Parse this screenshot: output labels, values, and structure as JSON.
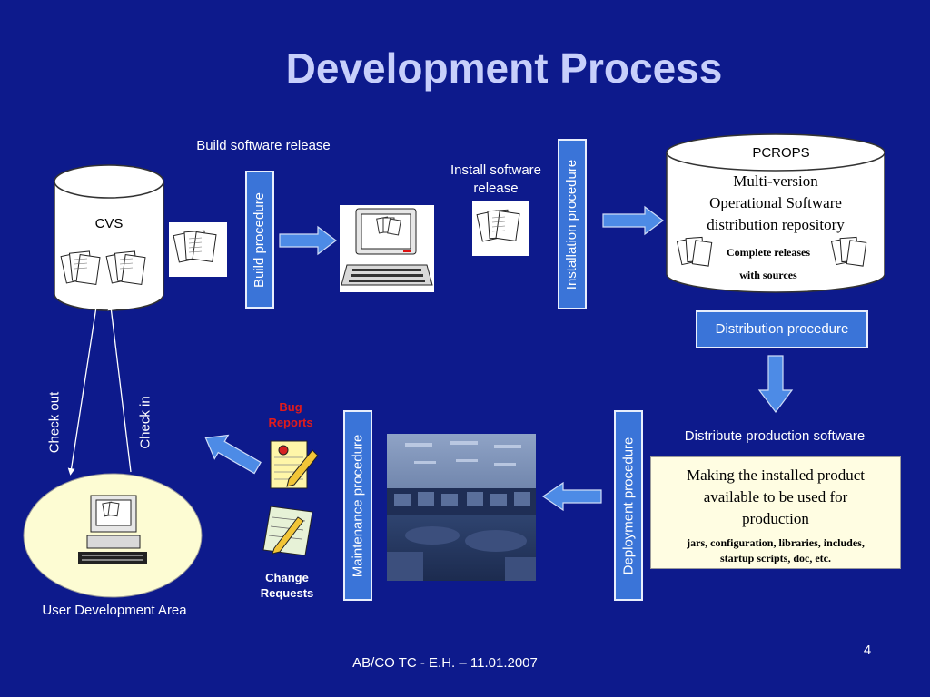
{
  "title": "Development Process",
  "labels": {
    "build_release": "Build software release",
    "install_release_1": "Install software",
    "install_release_2": "release",
    "cvs": "CVS",
    "pcrops": "PCROPS",
    "repo_line1": "Multi-version",
    "repo_line2": "Operational Software",
    "repo_line3": "distribution repository",
    "complete_releases": "Complete releases",
    "with_sources": "with sources",
    "check_out": "Check out",
    "check_in": "Check in",
    "bug_reports_1": "Bug",
    "bug_reports_2": "Reports",
    "change_requests_1": "Change",
    "change_requests_2": "Requests",
    "distribute_production": "Distribute production software",
    "user_dev_area": "User Development Area",
    "note_line1": "Making the installed product",
    "note_line2": "available to be used for",
    "note_line3": "production",
    "note_small1": "jars, configuration, libraries, includes,",
    "note_small2": "startup scripts, doc, etc."
  },
  "procedures": {
    "build": "Build procedure",
    "installation": "Installation procedure",
    "distribution": "Distribution procedure",
    "deployment": "Deployment procedure",
    "maintenance": "Maintenance procedure"
  },
  "footer": {
    "text": "AB/CO TC -  E.H. – 11.01.2007",
    "page": "4"
  },
  "colors": {
    "background": "#0d1a8c",
    "procedure_box": "#3a74d8",
    "title": "#c7cffb",
    "bug_reports": "#e11b1b",
    "note_bg": "#fffde2"
  },
  "icons": [
    "cvs-cylinder",
    "pcrops-cylinder",
    "document-stack-icon",
    "computer-icon",
    "user-workstation-icon",
    "bug-report-icon",
    "change-request-icon",
    "control-room-photo"
  ]
}
